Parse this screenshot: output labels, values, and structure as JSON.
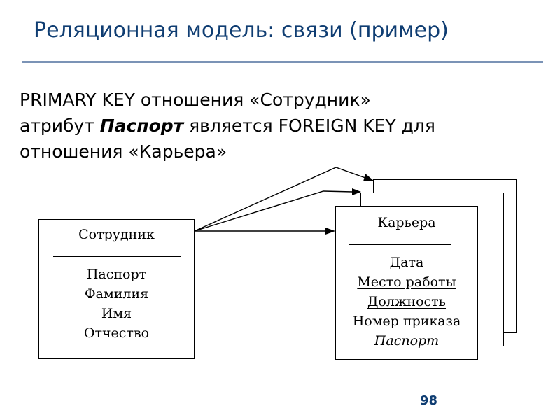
{
  "slide": {
    "title": "Реляционная модель: связи (пример)",
    "page_number": "98"
  },
  "text": {
    "line1": "PRIMARY KEY отношения «Сотрудник»",
    "line2_prefix": "атрибут ",
    "line2_key": "Паспорт",
    "line2_suffix": " является FOREIGN KEY для",
    "line3": "отношения «Карьера»"
  },
  "employee": {
    "name": "Сотрудник",
    "attributes": [
      "Паспорт",
      "Фамилия",
      "Имя",
      "Отчество"
    ]
  },
  "career": {
    "name": "Карьера",
    "attributes": [
      "Дата",
      "Место работы",
      "Должность",
      "Номер приказа",
      "Паспорт"
    ]
  }
}
